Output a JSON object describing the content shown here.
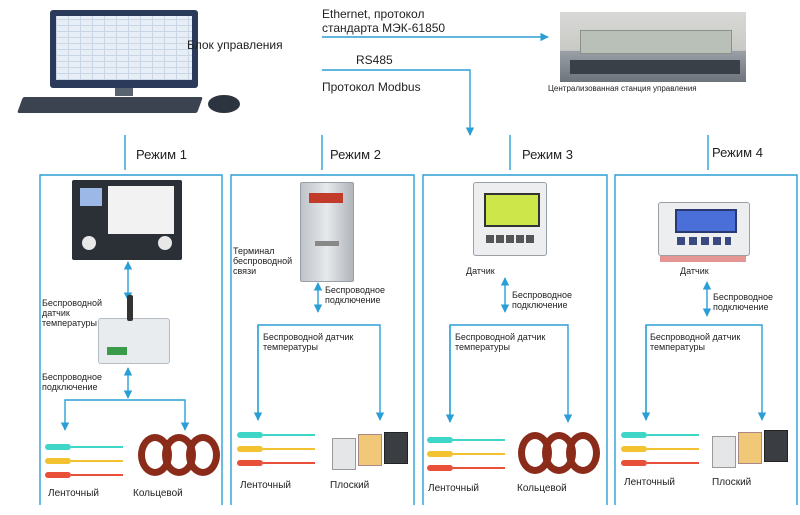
{
  "top": {
    "control_unit_label": "Блок управления",
    "ethernet_label_line1": "Ethernet, протокол",
    "ethernet_label_line2": "стандарта МЭК-61850",
    "rs485_label": "RS485",
    "modbus_label": "Протокол Modbus",
    "central_station_label": "Централизованная станция управления"
  },
  "modes": [
    {
      "title": "Режим 1",
      "wireless_sensor_label": "Беспроводной датчик температуры",
      "connection_label": "Беспроводное подключение",
      "sensor_left_label": "Ленточный",
      "sensor_right_label": "Кольцевой"
    },
    {
      "title": "Режим 2",
      "terminal_label": "Терминал беспроводной связи",
      "connection_label": "Беспроводное подключение",
      "wireless_sensor_label": "Беспроводной датчик температуры",
      "sensor_left_label": "Ленточный",
      "sensor_right_label": "Плоский"
    },
    {
      "title": "Режим 3",
      "device_label": "Датчик",
      "connection_label": "Беспроводное подключение",
      "wireless_sensor_label": "Беспроводной датчик температуры",
      "sensor_left_label": "Ленточный",
      "sensor_right_label": "Кольцевой"
    },
    {
      "title": "Режим 4",
      "device_label": "Датчик",
      "connection_label": "Беспроводное подключение",
      "wireless_sensor_label": "Беспроводной датчик температуры",
      "sensor_left_label": "Ленточный",
      "sensor_right_label": "Плоский"
    }
  ],
  "colors": {
    "line": "#2a9fd6",
    "ring": "#8b2b1a",
    "tag_cyan": "#3fd6c8",
    "tag_yellow": "#f2c230",
    "tag_red": "#e8503a"
  }
}
